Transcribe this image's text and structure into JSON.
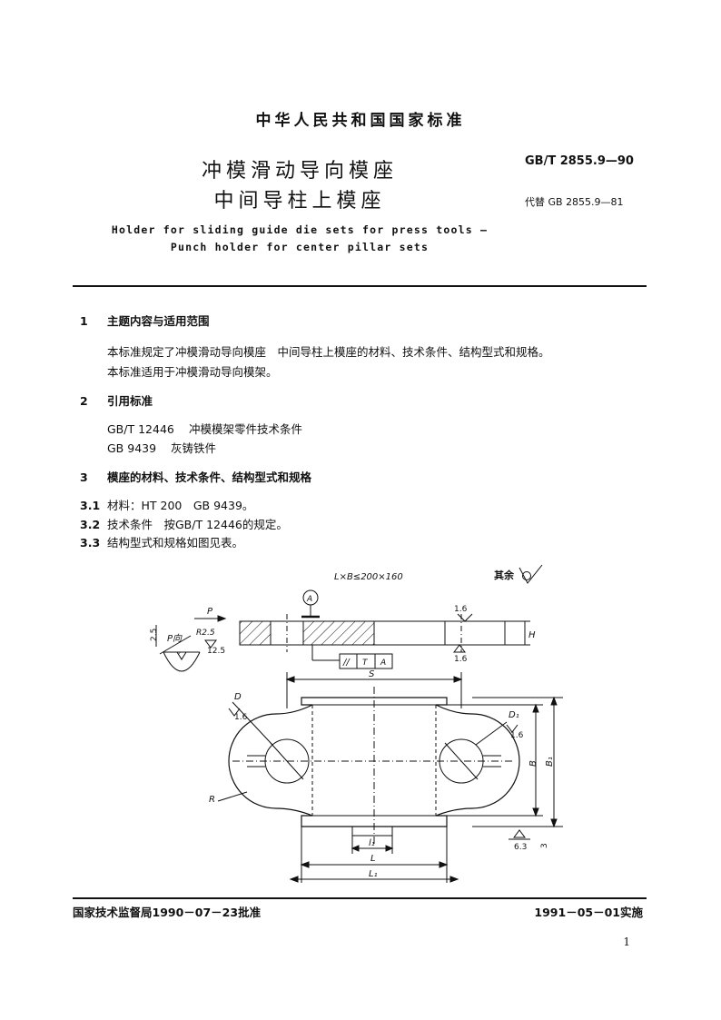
{
  "header": {
    "org": "中华人民共和国国家标准",
    "title_line1": "冲模滑动导向模座",
    "title_line2": "中间导柱上模座",
    "std_no": "GB/T 2855.9—90",
    "replaces": "代替 GB 2855.9—81",
    "en_line1": "Holder for sliding guide die sets for press tools —",
    "en_line2": "Punch holder for center pillar sets"
  },
  "sections": {
    "s1": {
      "num": "1",
      "title": "主题内容与适用范围",
      "p1": "本标准规定了冲模滑动导向模座　中间导柱上模座的材料、技术条件、结构型式和规格。",
      "p2": "本标准适用于冲模滑动导向模架。"
    },
    "s2": {
      "num": "2",
      "title": "引用标准",
      "r1_code": "GB/T 12446",
      "r1_name": "冲模模架零件技术条件",
      "r2_code": "GB 9439",
      "r2_name": "灰铸铁件"
    },
    "s3": {
      "num": "3",
      "title": "模座的材料、技术条件、结构型式和规格",
      "i1_num": "3.1",
      "i1_text": "材料：HT 200　GB 9439。",
      "i2_num": "3.2",
      "i2_text": "技术条件　按GB/T 12446的规定。",
      "i3_num": "3.3",
      "i3_text": "结构型式和规格如图见表。"
    }
  },
  "drawing": {
    "size_note": "L×B≤200×160",
    "rest_label": "其余",
    "datum": "A",
    "p_arrow": "P",
    "p_view": "P向",
    "r25": "R2.5",
    "v125": "12.5",
    "dim25": "2.5",
    "rough_16": "1.6",
    "rough_63": "6.3",
    "tol_sym": "//",
    "tol_t": "T",
    "tol_a": "A",
    "lbl_H": "H",
    "lbl_S": "S",
    "lbl_D": "D",
    "lbl_D1": "D₁",
    "lbl_R": "R",
    "lbl_B": "B",
    "lbl_B1": "B₁",
    "lbl_l1": "l₁",
    "lbl_L": "L",
    "lbl_L1": "L₁",
    "lbl_3": "3"
  },
  "footer": {
    "left": "国家技术监督局1990－07－23批准",
    "right": "1991－05－01实施",
    "page": "1"
  }
}
